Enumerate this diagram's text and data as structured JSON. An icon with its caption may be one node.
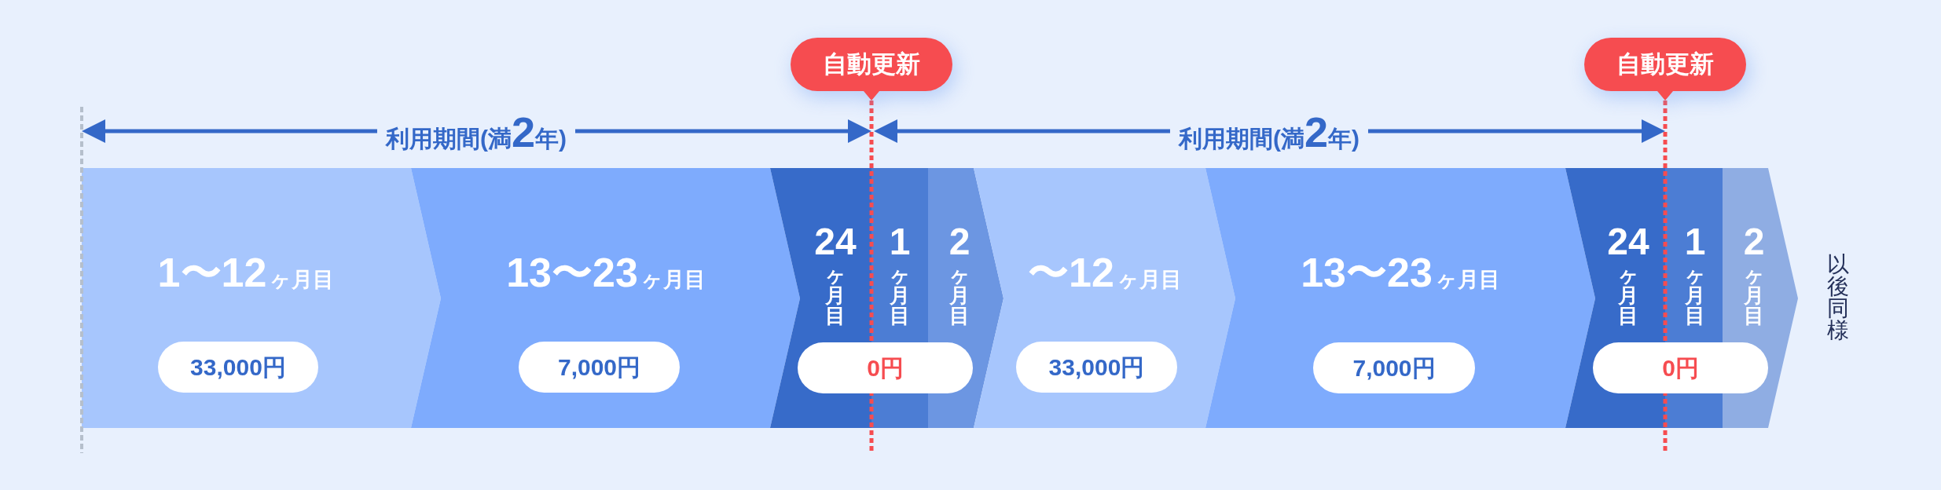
{
  "diagram": {
    "nodes": [
      {
        "text": [
          "自動更新"
        ]
      },
      {
        "text": [
          "自動更新"
        ]
      },
      {
        "text": [
          "1〜12ヶ月目"
        ]
      },
      {
        "text": [
          "33,000円"
        ],
        "in": 2
      },
      {
        "text": [
          "13〜23ヶ月目"
        ]
      },
      {
        "text": [
          "7,000円"
        ],
        "in": 4
      },
      {
        "text": [
          "24ヶ月目"
        ]
      },
      {
        "text": [
          "1ヶ月目"
        ]
      },
      {
        "text": [
          "2ヶ月目"
        ]
      },
      {
        "text": [
          "0円"
        ]
      },
      {
        "text": [
          "〜12ヶ月目"
        ]
      },
      {
        "text": [
          "33,000円"
        ],
        "in": 10
      },
      {
        "text": [
          "13〜23ヶ月目"
        ]
      },
      {
        "text": [
          "7,000円"
        ],
        "in": 12
      },
      {
        "text": [
          "24ヶ月目"
        ]
      },
      {
        "text": [
          "1ヶ月目"
        ]
      },
      {
        "text": [
          "2ヶ月目"
        ]
      },
      {
        "text": [
          "0円"
        ]
      }
    ],
    "edges": [
      {
        "from": 0,
        "to": null,
        "arrow": "none",
        "style": "dashed",
        "color": "#f64c50"
      },
      {
        "from": 1,
        "to": null,
        "arrow": "none",
        "style": "dashed",
        "color": "#f64c50"
      }
    ],
    "labels": [
      "利用期間(満2年)",
      "利用期間(満2年)",
      "以後同様"
    ]
  }
}
